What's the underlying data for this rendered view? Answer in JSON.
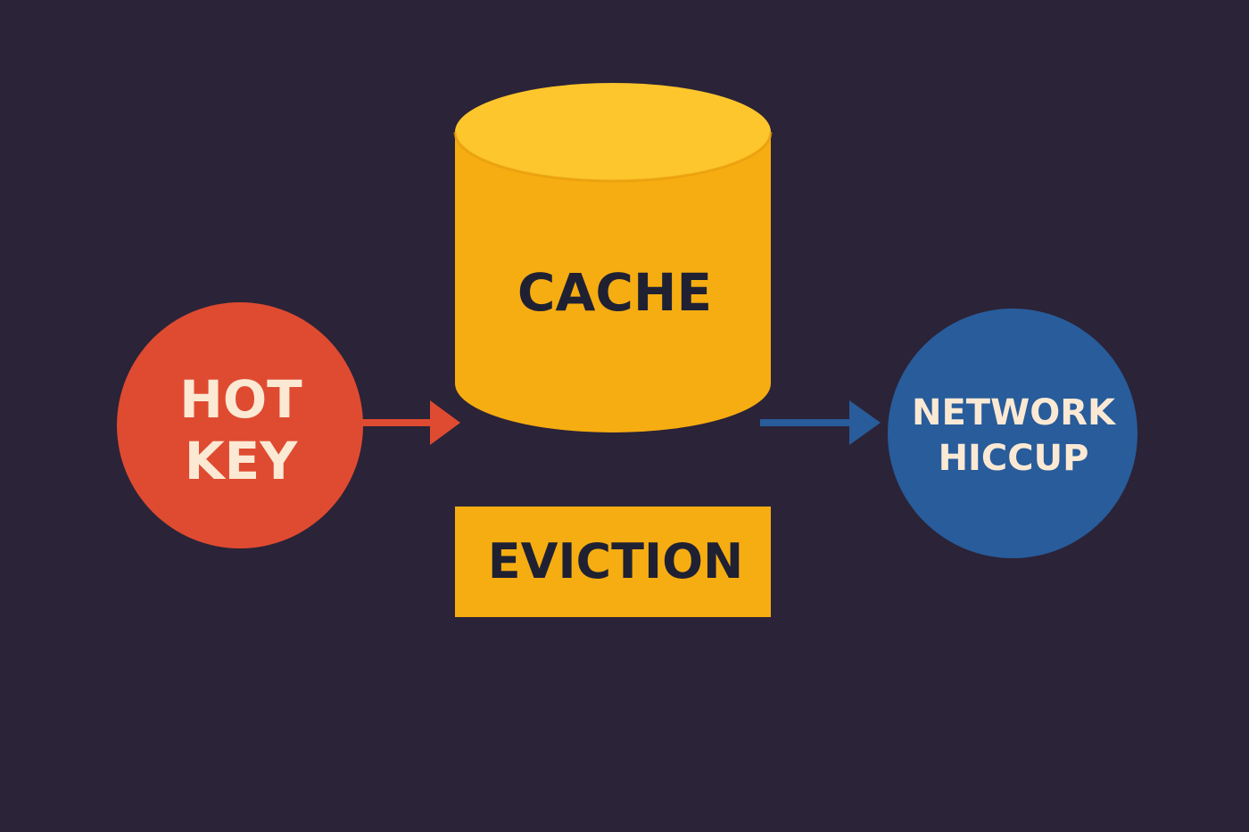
{
  "colors": {
    "background": "#2b2337",
    "hot_key": "#df4b31",
    "cache_body": "#f6ad11",
    "cache_top": "#fcc62c",
    "network": "#285c9b",
    "light_text": "#fbe9d4",
    "dark_text": "#1f2133",
    "arrow_red": "#df4b31",
    "arrow_blue": "#285c9b"
  },
  "nodes": {
    "hot_key": {
      "line1": "HOT",
      "line2": "KEY"
    },
    "cache": {
      "label": "CACHE"
    },
    "network": {
      "line1": "NETWORK",
      "line2": "HICCUP"
    },
    "eviction": {
      "label": "EVICTION"
    }
  },
  "edges": [
    {
      "from": "hot_key",
      "to": "cache"
    },
    {
      "from": "cache",
      "to": "network"
    }
  ]
}
